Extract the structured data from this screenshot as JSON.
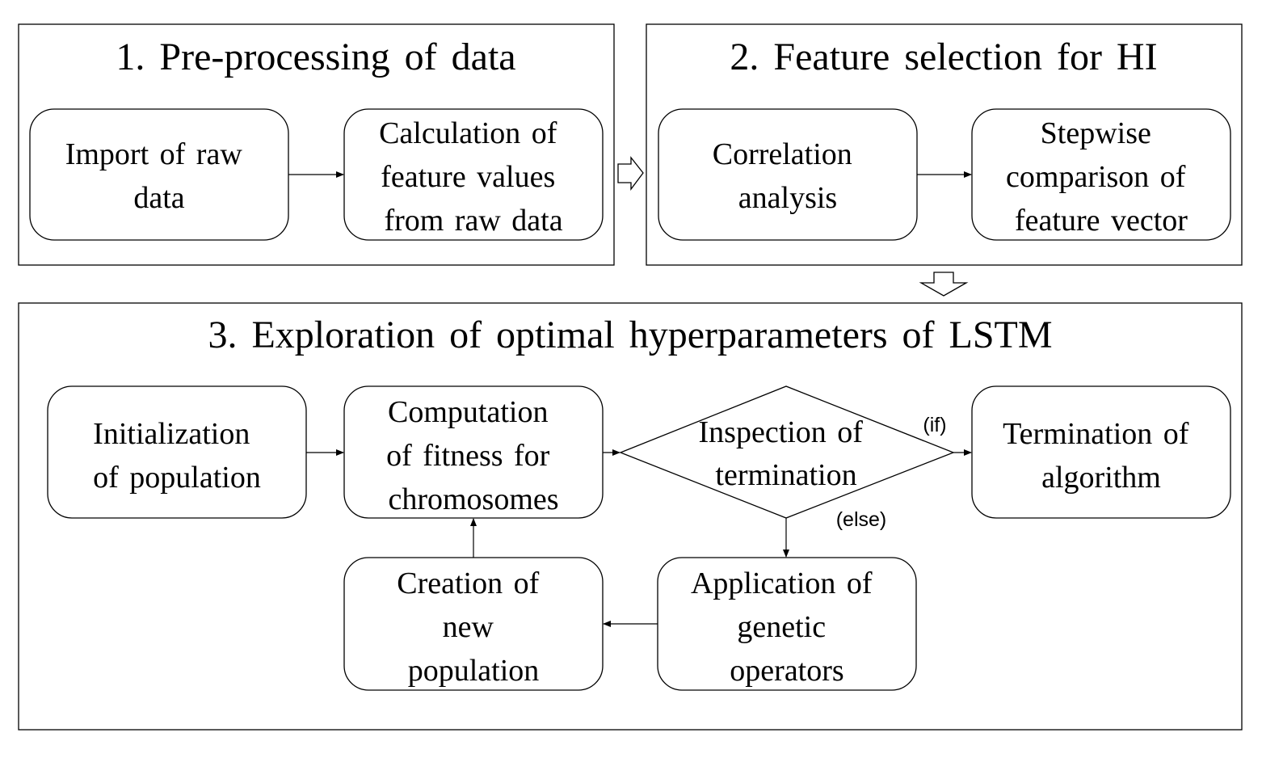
{
  "stages": [
    {
      "id": "stage-1",
      "title": "1. Pre-processing of data"
    },
    {
      "id": "stage-2",
      "title": "2. Feature selection for HI"
    },
    {
      "id": "stage-3",
      "title": "3. Exploration of optimal hyperparameters of LSTM"
    }
  ],
  "nodes": {
    "import_raw": {
      "lines": [
        "Import of raw",
        "data"
      ]
    },
    "calc_features": {
      "lines": [
        "Calculation of",
        "feature values",
        "from raw data"
      ]
    },
    "correlation": {
      "lines": [
        "Correlation",
        "analysis"
      ]
    },
    "stepwise": {
      "lines": [
        "Stepwise",
        "comparison of",
        "feature vector"
      ]
    },
    "init_population": {
      "lines": [
        "Initialization",
        "of population"
      ]
    },
    "compute_fitness": {
      "lines": [
        "Computation",
        "of fitness for",
        "chromosomes"
      ]
    },
    "inspection": {
      "lines": [
        "Inspection of",
        "termination"
      ]
    },
    "termination": {
      "lines": [
        "Termination of",
        "algorithm"
      ]
    },
    "genetic_ops": {
      "lines": [
        "Application of",
        "genetic",
        "operators"
      ]
    },
    "new_population": {
      "lines": [
        "Creation of",
        "new",
        "population"
      ]
    }
  },
  "conditions": {
    "if_label": "(if)",
    "else_label": "(else)"
  },
  "edges": [
    {
      "from": "import_raw",
      "to": "calc_features"
    },
    {
      "from": "correlation",
      "to": "stepwise"
    },
    {
      "from": "init_population",
      "to": "compute_fitness"
    },
    {
      "from": "compute_fitness",
      "to": "inspection"
    },
    {
      "from": "inspection",
      "to": "termination",
      "label": "(if)"
    },
    {
      "from": "inspection",
      "to": "genetic_ops",
      "label": "(else)"
    },
    {
      "from": "genetic_ops",
      "to": "new_population"
    },
    {
      "from": "new_population",
      "to": "compute_fitness"
    },
    {
      "from": "stage-1",
      "to": "stage-2"
    },
    {
      "from": "stage-2",
      "to": "stage-3"
    }
  ]
}
